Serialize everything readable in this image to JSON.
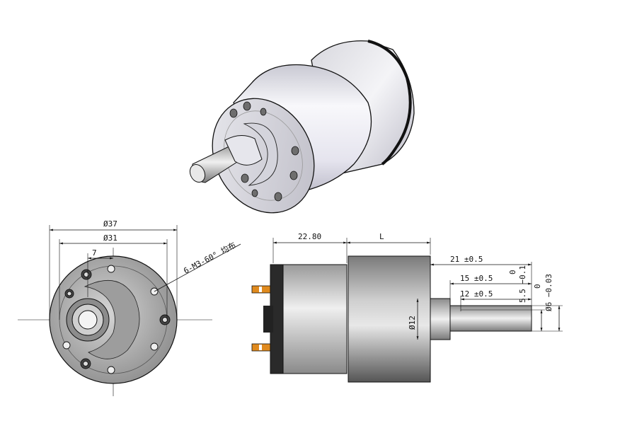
{
  "front_view": {
    "outer_diameter": "Ø37",
    "inner_diameter": "Ø31",
    "offset": "7",
    "mounting_note": "6-M3-60° 均布"
  },
  "side_view": {
    "length_motor": "22.80",
    "length_gearbox": "L",
    "shaft_len_21": "21 ±0.5",
    "shaft_len_15": "15 ±0.5",
    "shaft_len_12": "12 ±0.5",
    "boss_diameter": "Ø12",
    "flat_tol_zero": "0",
    "flat_dim": "5.5 −0.1",
    "shaft_tol_zero": "0",
    "shaft_dim": "Ø6 −0.03"
  },
  "colors": {
    "body_silver": "#e4e4ea",
    "body_dark": "#6a6a6a",
    "terminal_orange": "#e08a1e",
    "outline": "#111111"
  }
}
